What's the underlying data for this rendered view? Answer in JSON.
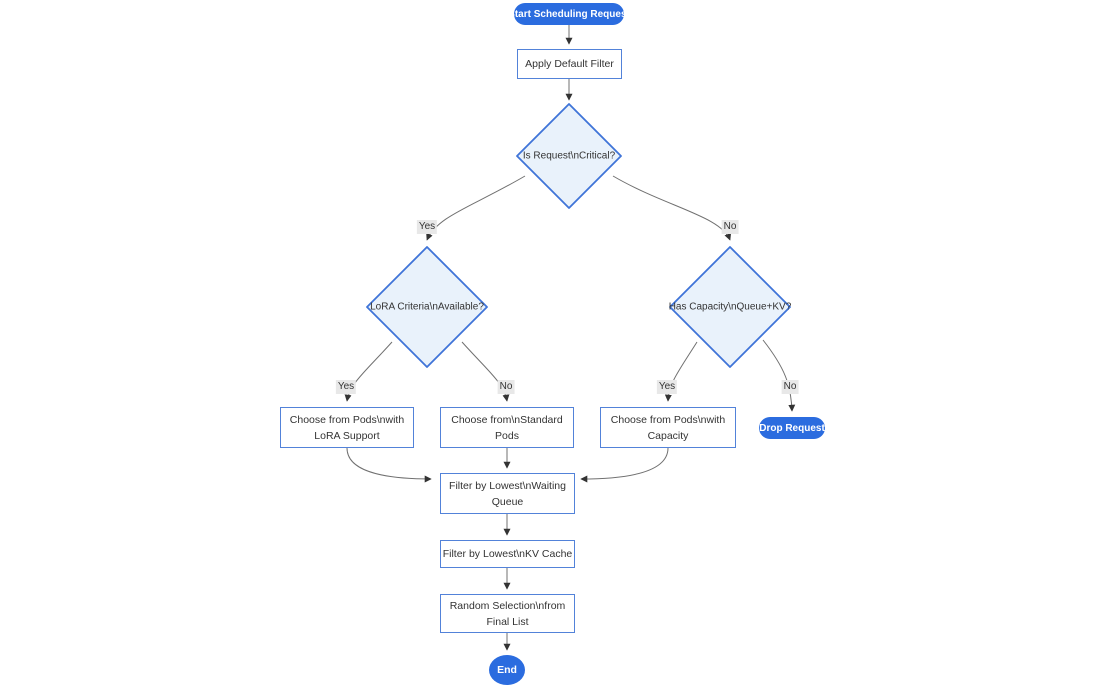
{
  "diagram": {
    "type": "flowchart",
    "direction": "top-down",
    "colors": {
      "pill_fill": "#2b6cdf",
      "pill_text": "#ffffff",
      "rect_fill": "#ffffff",
      "rect_border": "#5282d9",
      "diamond_fill": "#e9f2fb",
      "diamond_border": "#3f74d8",
      "edge_line": "#707070",
      "arrowhead": "#333333",
      "edge_label_bg": "#e8e8e8",
      "node_text": "#333333"
    },
    "nodes": {
      "start": {
        "shape": "pill",
        "lines": [
          "Start Scheduling Request"
        ]
      },
      "apply_filter": {
        "shape": "rect",
        "lines": [
          "Apply Default Filter"
        ]
      },
      "is_critical": {
        "shape": "diamond",
        "lines": [
          "Is Request\\nCritical?"
        ]
      },
      "lora_available": {
        "shape": "diamond",
        "lines": [
          "LoRA Criteria\\nAvailable?"
        ]
      },
      "has_capacity": {
        "shape": "diamond",
        "lines": [
          "Has Capacity\\nQueue+KV?"
        ]
      },
      "choose_lora": {
        "shape": "rect",
        "lines": [
          "Choose from Pods\\nwith",
          "LoRA Support"
        ]
      },
      "choose_standard": {
        "shape": "rect",
        "lines": [
          "Choose from\\nStandard",
          "Pods"
        ]
      },
      "choose_capacity": {
        "shape": "rect",
        "lines": [
          "Choose from Pods\\nwith",
          "Capacity"
        ]
      },
      "drop_request": {
        "shape": "pill",
        "lines": [
          "Drop Request"
        ]
      },
      "filter_queue": {
        "shape": "rect",
        "lines": [
          "Filter by Lowest\\nWaiting",
          "Queue"
        ]
      },
      "filter_kv": {
        "shape": "rect",
        "lines": [
          "Filter by Lowest\\nKV Cache"
        ]
      },
      "random_selection": {
        "shape": "rect",
        "lines": [
          "Random Selection\\nfrom",
          "Final List"
        ]
      },
      "end": {
        "shape": "circle",
        "lines": [
          "End"
        ]
      }
    },
    "edges": [
      {
        "from": "start",
        "to": "apply_filter",
        "label": ""
      },
      {
        "from": "apply_filter",
        "to": "is_critical",
        "label": ""
      },
      {
        "from": "is_critical",
        "to": "lora_available",
        "label": "Yes"
      },
      {
        "from": "is_critical",
        "to": "has_capacity",
        "label": "No"
      },
      {
        "from": "lora_available",
        "to": "choose_lora",
        "label": "Yes"
      },
      {
        "from": "lora_available",
        "to": "choose_standard",
        "label": "No"
      },
      {
        "from": "has_capacity",
        "to": "choose_capacity",
        "label": "Yes"
      },
      {
        "from": "has_capacity",
        "to": "drop_request",
        "label": "No"
      },
      {
        "from": "choose_lora",
        "to": "filter_queue",
        "label": ""
      },
      {
        "from": "choose_standard",
        "to": "filter_queue",
        "label": ""
      },
      {
        "from": "choose_capacity",
        "to": "filter_queue",
        "label": ""
      },
      {
        "from": "filter_queue",
        "to": "filter_kv",
        "label": ""
      },
      {
        "from": "filter_kv",
        "to": "random_selection",
        "label": ""
      },
      {
        "from": "random_selection",
        "to": "end",
        "label": ""
      }
    ]
  }
}
